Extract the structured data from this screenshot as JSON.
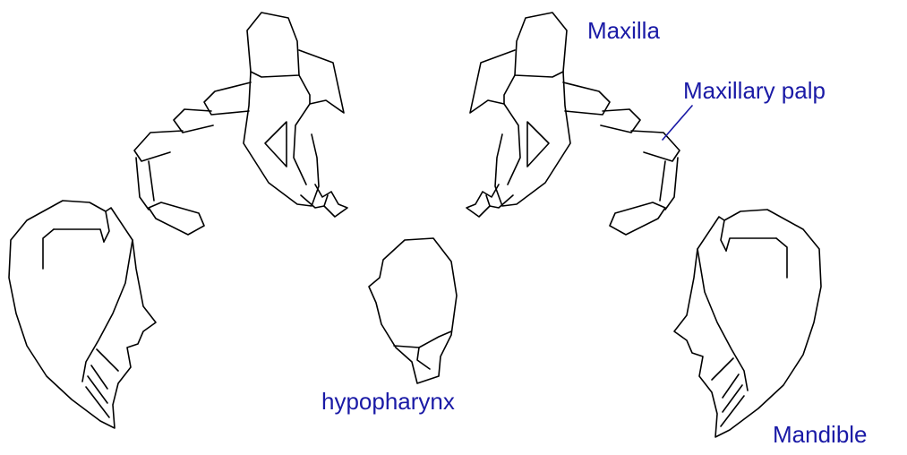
{
  "labels": {
    "maxilla": "Maxilla",
    "maxillary_palp": "Maxillary palp",
    "hypopharynx": "hypopharynx",
    "mandible": "Mandible"
  },
  "colors": {
    "label": "#1a1aa6",
    "outline": "#000000",
    "background": "#ffffff"
  }
}
